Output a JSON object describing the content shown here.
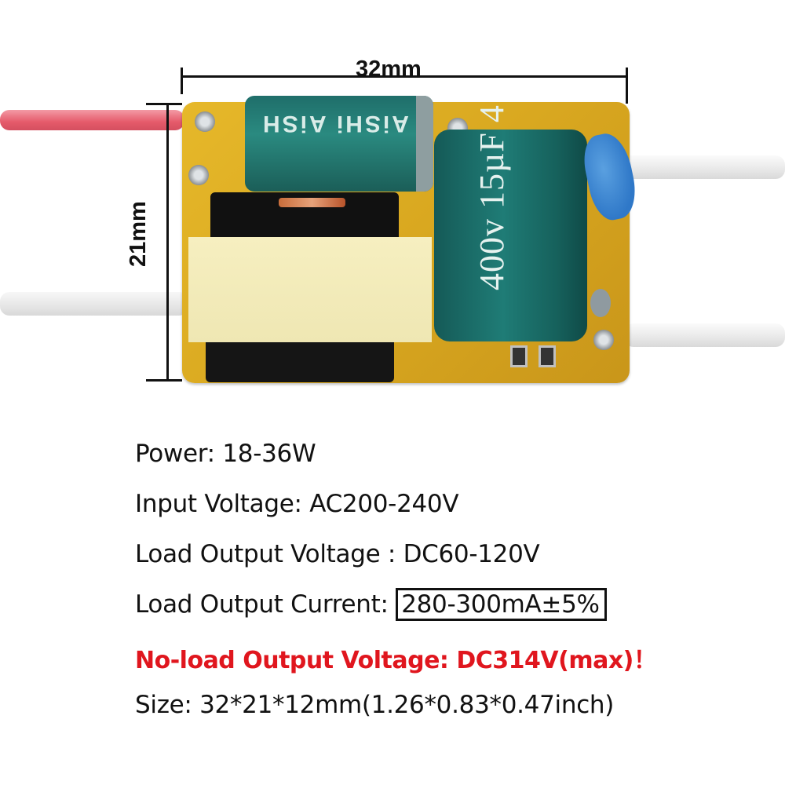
{
  "product": {
    "dimension_width_label": "32mm",
    "dimension_height_label": "21mm",
    "small_capacitor_marking": "AiSHi AiSH",
    "big_capacitor_marking": "400v 15µF 4"
  },
  "specs": {
    "power": "Power: 18-36W",
    "input_voltage": "Input Voltage: AC200-240V",
    "load_output_voltage": "Load Output Voltage : DC60-120V",
    "load_output_current_label": "Load Output Current: ",
    "load_output_current_value": "280-300mA±5%",
    "no_load_warning": "No-load Output Voltage: DC314V(max)！",
    "size": "Size: 32*21*12mm(1.26*0.83*0.47inch)"
  },
  "colors": {
    "warning_text": "#e0161e",
    "pcb": "#d9a820",
    "capacitor": "#1f7c76"
  }
}
